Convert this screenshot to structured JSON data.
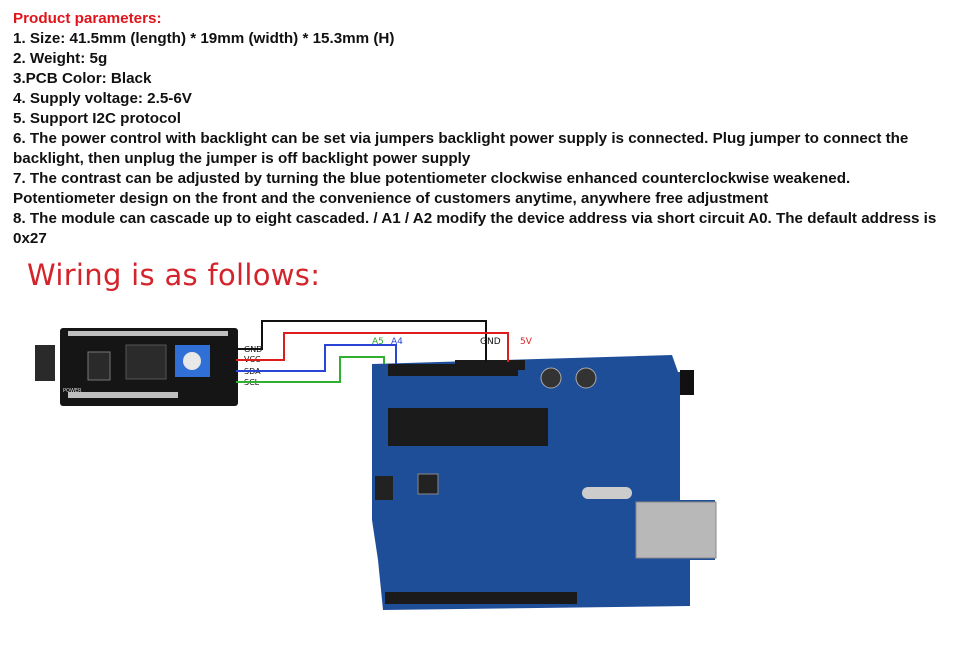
{
  "params": {
    "heading": "Product parameters:",
    "lines": [
      "1. Size: 41.5mm (length) * 19mm (width) * 15.3mm (H)",
      "2. Weight: 5g",
      "3.PCB Color: Black",
      "4. Supply voltage: 2.5-6V",
      "5. Support I2C protocol",
      "6. The power control with backlight can be set via jumpers backlight power supply is connected. Plug jumper to connect the backlight, then unplug the jumper is off backlight power supply",
      "7. The contrast can be adjusted by turning the blue potentiometer clockwise enhanced counterclockwise weakened. Potentiometer design on the front and the convenience of customers anytime, anywhere free adjustment",
      "8. The module can cascade up to eight cascaded. / A1 / A2 modify the device address via short circuit A0. The default address is 0x27"
    ]
  },
  "wiring": {
    "title": "Wiring is as follows:",
    "module_pins": [
      "GND",
      "VCC",
      "SDA",
      "SCL"
    ],
    "arduino_labels": {
      "a5": "A5",
      "a4": "A4",
      "gnd": "GND",
      "v5": "5V"
    },
    "colors": {
      "gnd": "#111111",
      "vcc": "#e01b1b",
      "sda": "#2b44d8",
      "scl": "#2fb02f",
      "board": "#1f4e99",
      "module": "#151515"
    }
  }
}
